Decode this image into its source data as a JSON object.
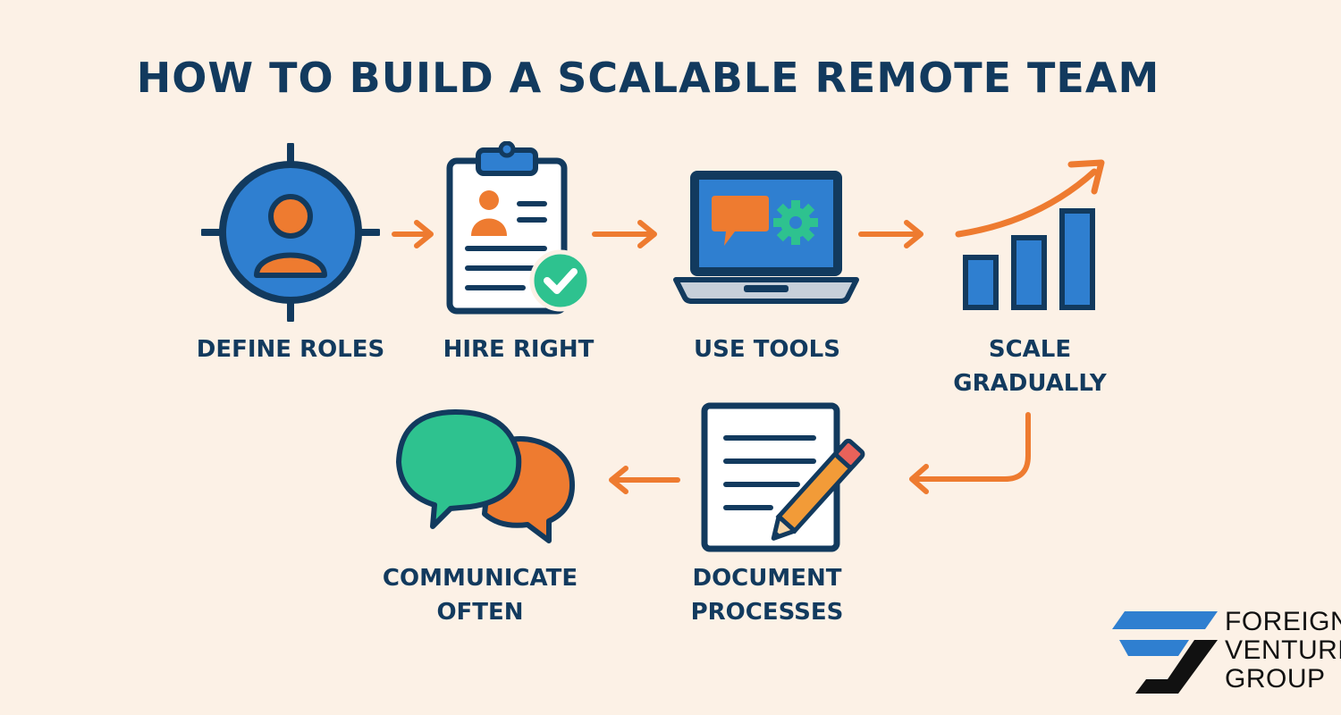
{
  "title": "HOW TO BUILD A SCALABLE REMOTE TEAM",
  "colors": {
    "navy": "#123a5e",
    "blue": "#2f7fd0",
    "orange": "#ee7b30",
    "green": "#2ec28f",
    "background": "#fcf1e6"
  },
  "steps": [
    {
      "icon": "target-person-icon",
      "label_lines": [
        "DEFINE ROLES"
      ]
    },
    {
      "icon": "clipboard-check-icon",
      "label_lines": [
        "HIRE RIGHT"
      ]
    },
    {
      "icon": "laptop-tools-icon",
      "label_lines": [
        "USE TOOLS"
      ]
    },
    {
      "icon": "growth-chart-icon",
      "label_lines": [
        "SCALE",
        "GRADUALLY"
      ]
    },
    {
      "icon": "document-pencil-icon",
      "label_lines": [
        "DOCUMENT",
        "PROCESSES"
      ]
    },
    {
      "icon": "chat-bubbles-icon",
      "label_lines": [
        "COMMUNICATE",
        "OFTEN"
      ]
    }
  ],
  "logo": {
    "lines": [
      "FOREIGN",
      "VENTURE",
      "GROUP"
    ]
  }
}
